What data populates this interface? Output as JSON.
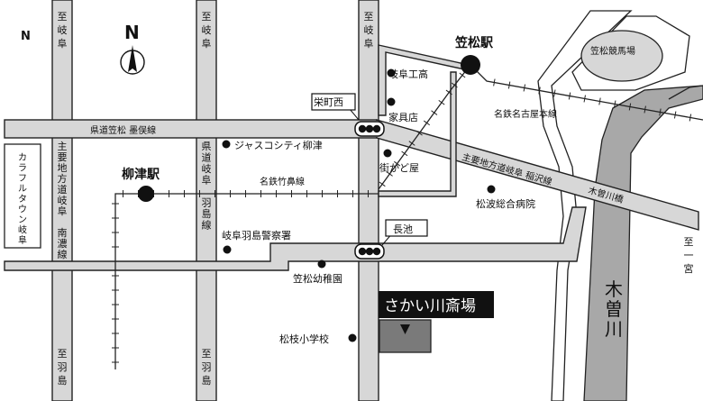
{
  "north_marker": "N",
  "compass_letter": "N",
  "stations": {
    "kasamatsu": "笠松駅",
    "yanaizu": "柳津駅"
  },
  "roads": {
    "top_left_1": [
      "至",
      "岐",
      "阜"
    ],
    "top_left_2": [
      "至",
      "岐",
      "阜"
    ],
    "top_left_3": [
      "至",
      "岐",
      "阜"
    ],
    "bottom_1": [
      "至",
      "羽",
      "島"
    ],
    "bottom_2": [
      "至",
      "羽",
      "島"
    ],
    "right": [
      "至",
      "一",
      "宮"
    ],
    "kendou": "県道笠松 墨俣線",
    "main_left": [
      "主",
      "要",
      "地",
      "方",
      "道",
      "岐",
      "阜",
      "",
      "南",
      "濃",
      "線"
    ],
    "kenmichi_hashima": [
      "県",
      "道",
      "岐",
      "阜",
      "",
      "羽",
      "島",
      "線"
    ],
    "main_inazawa": "主要地方道岐阜 稲沢線",
    "kisogawa_bridge": "木曽川橋"
  },
  "railways": {
    "meitetsu_nagoya": "名鉄名古屋本線",
    "meitetsu_takehana": "名鉄竹鼻線"
  },
  "landmarks": {
    "gifu_kogyo": "岐阜工高",
    "kagu": "家具店",
    "jusco": "ジャスコシティ柳津",
    "machikadoya": "街かど屋",
    "shoha_hospital": "松波総合病院",
    "hashima_police": "岐阜羽島警察署",
    "kasamatsu_kindergarten": "笠松幼稚園",
    "matsueda_school": "松枝小学校",
    "kasamatsu_keiba": "笠松競馬場",
    "colorful_town": [
      "カ",
      "ラ",
      "フ",
      "ル",
      "タ",
      "ウ",
      "ン",
      "岐",
      "阜"
    ]
  },
  "intersections": {
    "sakaemachi": "栄町西",
    "nagaike": "長池"
  },
  "river": [
    "木",
    "曽",
    "川"
  ],
  "destination": "さかい川斎場"
}
